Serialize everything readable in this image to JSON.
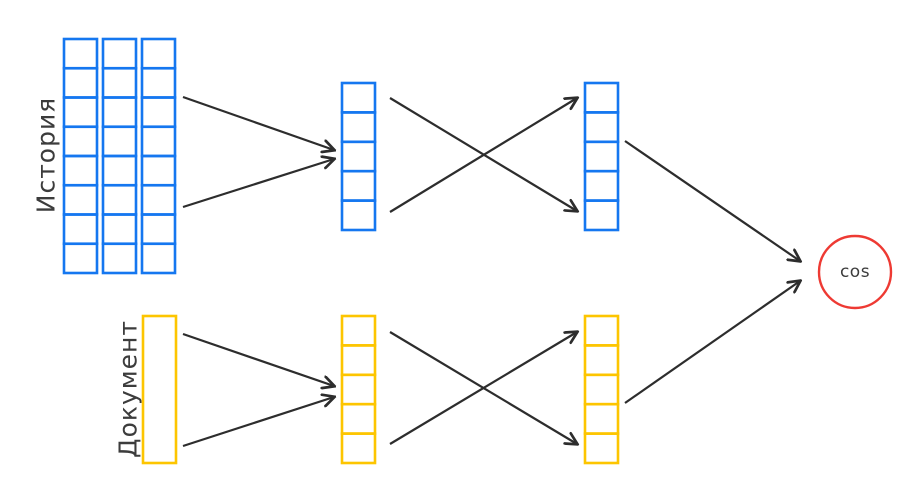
{
  "diagram": {
    "labels": {
      "history": "История",
      "document": "Документ",
      "cos_node": "cos"
    },
    "colors": {
      "history_stroke": "#1577f0",
      "document_stroke": "#fdc500",
      "cos_circle_stroke": "#ee3a33",
      "arrow": "#2d2d2d",
      "label_text": "#3c3c3c"
    },
    "structure": {
      "history_token_matrix": {
        "columns": 3,
        "rows": 8
      },
      "history_hidden_vector": {
        "cells": 5
      },
      "history_output_vector": {
        "cells": 5
      },
      "document_input_block": {
        "cells": 1
      },
      "document_hidden_vector": {
        "cells": 5
      },
      "document_output_vector": {
        "cells": 5
      }
    },
    "connections": [
      {
        "from": "history_token_matrix",
        "to": "history_hidden_vector",
        "arrows": 2,
        "crossed": false
      },
      {
        "from": "history_hidden_vector",
        "to": "history_output_vector",
        "arrows": 2,
        "crossed": true
      },
      {
        "from": "history_output_vector",
        "to": "cos_node",
        "arrows": 1,
        "crossed": false
      },
      {
        "from": "document_input_block",
        "to": "document_hidden_vector",
        "arrows": 2,
        "crossed": false
      },
      {
        "from": "document_hidden_vector",
        "to": "document_output_vector",
        "arrows": 2,
        "crossed": true
      },
      {
        "from": "document_output_vector",
        "to": "cos_node",
        "arrows": 1,
        "crossed": false
      }
    ]
  }
}
